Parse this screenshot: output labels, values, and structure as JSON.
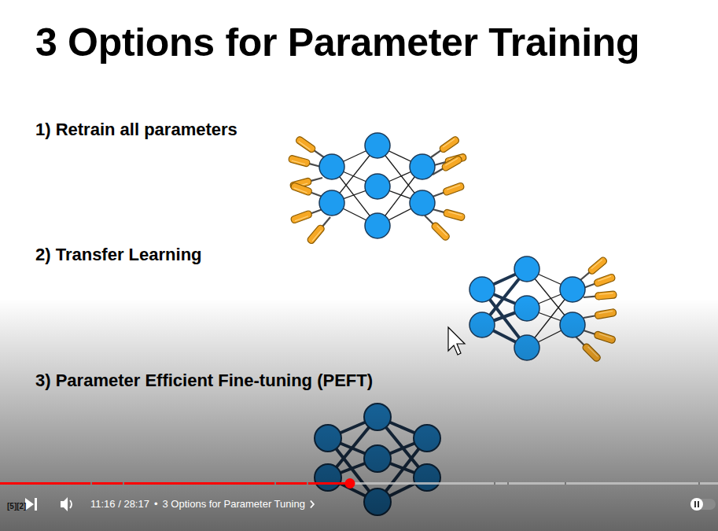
{
  "diagram": {
    "title": "3 Options for Parameter Training",
    "labels": [
      "1) Retrain all parameters",
      "2) Transfer Learning",
      "3) Parameter Efficient Fine-tuning (PEFT)",
      "[5][2]",
      "11:16 / 28:17",
      "•",
      "3 Options for Parameter Tuning"
    ]
  }
}
